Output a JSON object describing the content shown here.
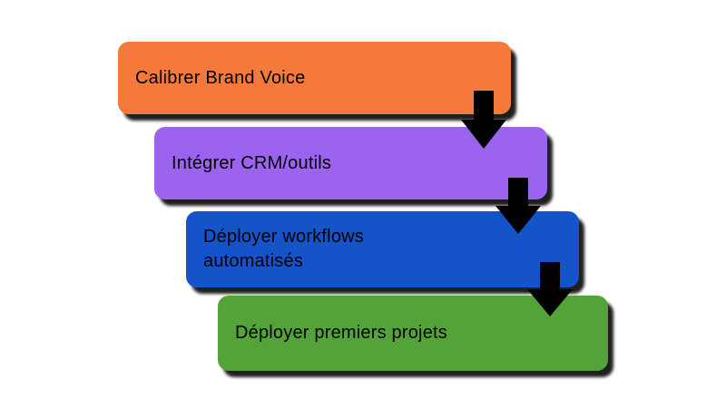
{
  "diagram": {
    "title": "",
    "background_color": "#ffffff",
    "arrow_color": "#000000",
    "text_color": "#000000",
    "steps": [
      {
        "label": "Calibrer Brand Voice",
        "color": "#F4793B"
      },
      {
        "label": "Intégrer CRM/outils",
        "color": "#9B63EE"
      },
      {
        "label": "Déployer workflows automatisés",
        "color": "#1453C8"
      },
      {
        "label": "Déployer premiers projets",
        "color": "#54A338"
      }
    ]
  }
}
